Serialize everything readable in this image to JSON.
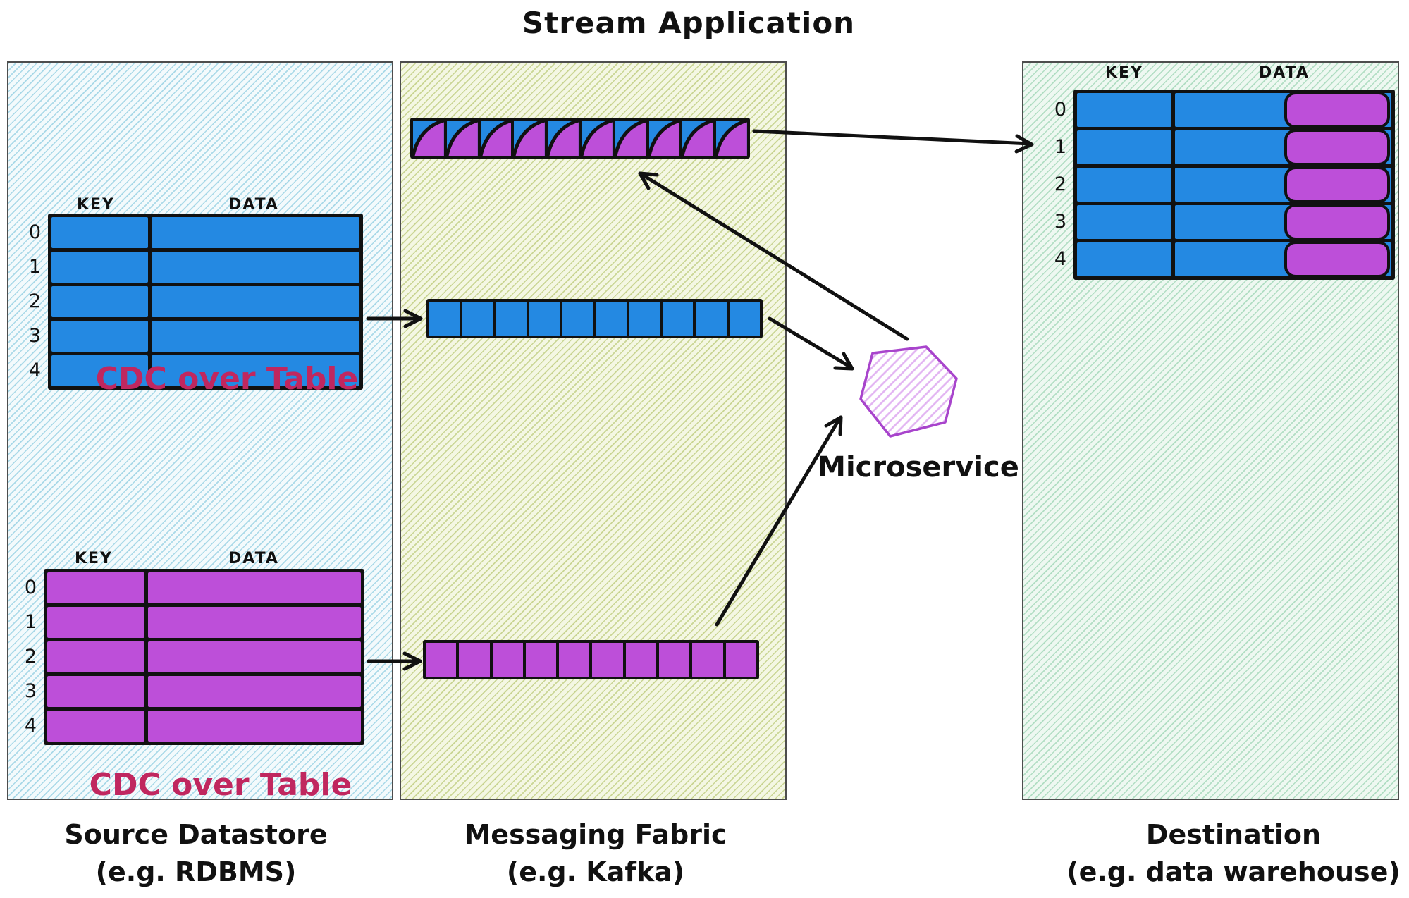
{
  "title": "Stream Application",
  "panels": {
    "source": {
      "caption": "Source Datastore",
      "caption_sub": "(e.g. RDBMS)"
    },
    "fabric": {
      "caption": "Messaging Fabric",
      "caption_sub": "(e.g. Kafka)"
    },
    "destination": {
      "caption": "Destination",
      "caption_sub": "(e.g. data warehouse)"
    }
  },
  "tables": {
    "key_header": "KEY",
    "data_header": "DATA",
    "row_labels": [
      "0",
      "1",
      "2",
      "3",
      "4"
    ],
    "cdc_label": "CDC over Table"
  },
  "streams": {
    "top_mixed_cell_count": 10,
    "blue_cell_count": 10,
    "purple_cell_count": 10
  },
  "microservice_label": "Microservice",
  "colors": {
    "blue": "#2489e2",
    "purple": "#bd4fd9",
    "cdc_text": "#c0275f",
    "ink": "#111111",
    "hexagon_stroke": "#a844cc",
    "hexagon_hatch": "#e2b4f2",
    "source_hatch_bg": "#f3fafc",
    "fabric_hatch_bg": "#f4f7e3",
    "destination_hatch_bg": "#eef8f1"
  }
}
